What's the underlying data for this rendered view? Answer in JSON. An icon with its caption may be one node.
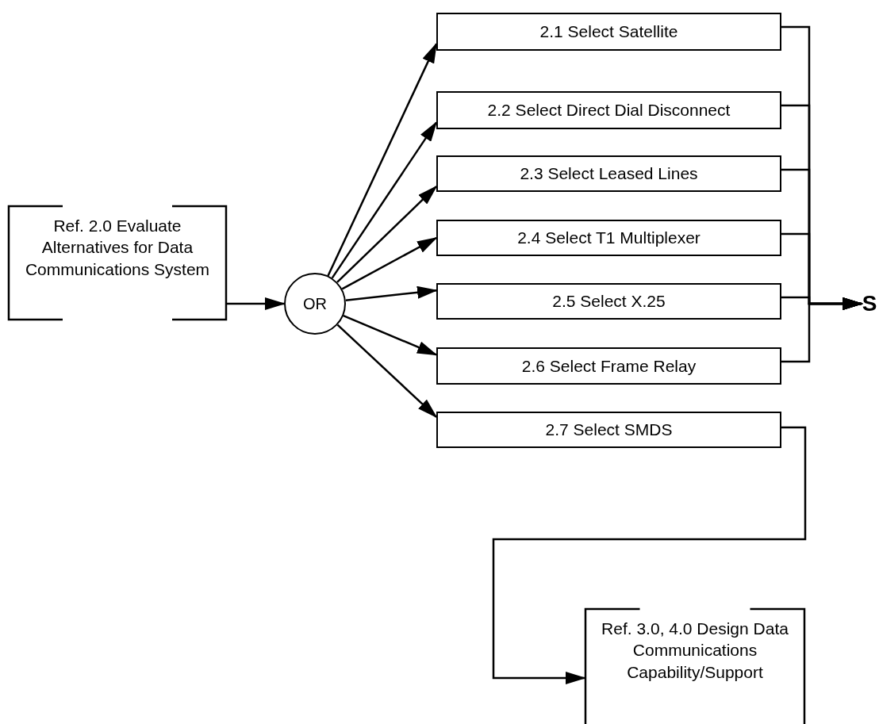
{
  "diagram": {
    "nodes": [
      {
        "text": [
          "Ref. 2.0  Evaluate Alternatives for Data Communications System"
        ]
      },
      {
        "text": [
          "OR"
        ]
      },
      {
        "text": [
          "2.1 Select Satellite"
        ]
      },
      {
        "text": [
          "2.2  Select Direct Dial Disconnect"
        ]
      },
      {
        "text": [
          "2.3  Select Leased Lines"
        ]
      },
      {
        "text": [
          "2.4  Select T1 Multiplexer"
        ]
      },
      {
        "text": [
          "2.5  Select X.25"
        ]
      },
      {
        "text": [
          "2.6  Select Frame Relay"
        ]
      },
      {
        "text": [
          "2.7  Select SMDS"
        ]
      },
      {
        "text": [
          "S"
        ]
      },
      {
        "text": [
          "Ref. 3.0, 4.0 Design Data Communications Capability/Support"
        ]
      }
    ],
    "edges": [
      {
        "from": 0,
        "to": 1,
        "arrow": "to"
      },
      {
        "from": 1,
        "to": 2,
        "arrow": "to"
      },
      {
        "from": 1,
        "to": 3,
        "arrow": "to"
      },
      {
        "from": 1,
        "to": 4,
        "arrow": "to"
      },
      {
        "from": 1,
        "to": 5,
        "arrow": "to"
      },
      {
        "from": 1,
        "to": 6,
        "arrow": "to"
      },
      {
        "from": 1,
        "to": 7,
        "arrow": "to"
      },
      {
        "from": 1,
        "to": 8,
        "arrow": "to"
      },
      {
        "from": 2,
        "to": 9,
        "arrow": "to"
      },
      {
        "from": 3,
        "to": 9,
        "arrow": "to"
      },
      {
        "from": 4,
        "to": 9,
        "arrow": "to"
      },
      {
        "from": 5,
        "to": 9,
        "arrow": "to"
      },
      {
        "from": 6,
        "to": 9,
        "arrow": "to"
      },
      {
        "from": 7,
        "to": 9,
        "arrow": "to"
      },
      {
        "from": 8,
        "to": 10,
        "arrow": "to"
      }
    ]
  }
}
